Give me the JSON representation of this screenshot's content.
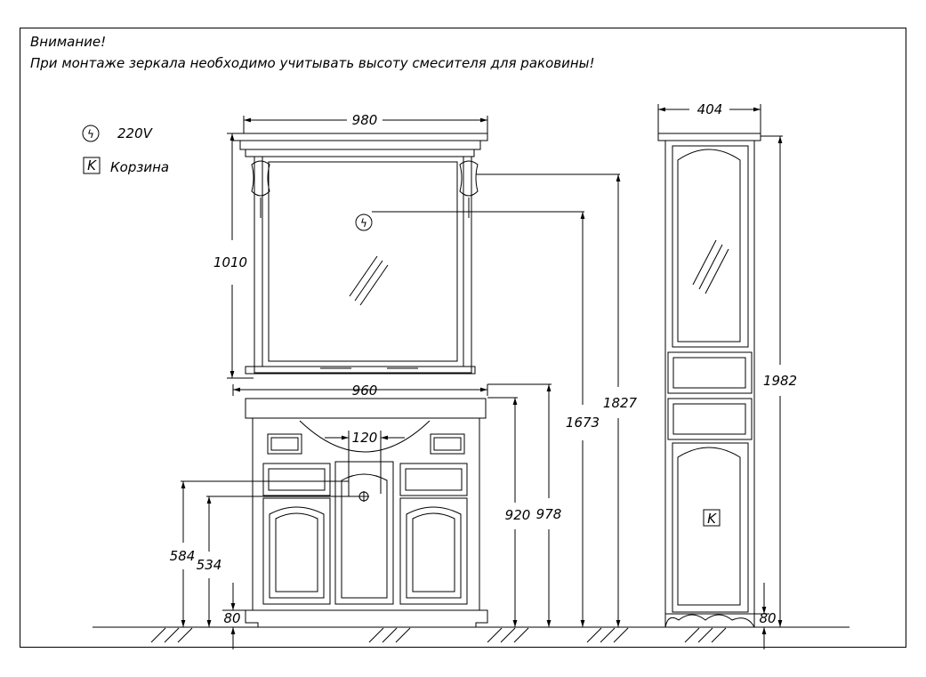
{
  "notes": {
    "warning_title": "Внимание!",
    "warning_text": "При монтаже зеркала необходимо учитывать высоту смесителя для раковины!"
  },
  "legend": {
    "power_symbol": "ϟ",
    "power_label": "220V",
    "basket_symbol": "K",
    "basket_label": "Корзина"
  },
  "dimensions": {
    "mirror_width": "980",
    "mirror_height": "1010",
    "sink_width": "960",
    "drain_spacing": "120",
    "outlet_height": "1673",
    "mirror_top_height": "1827",
    "sink_top_height": "978",
    "sink_bowl_height": "920",
    "water_inlet_height": "584",
    "drain_height": "534",
    "cabinet_plinth": "80",
    "column_width": "404",
    "column_height": "1982",
    "column_plinth": "80"
  },
  "colors": {
    "line": "#000000",
    "background": "#ffffff"
  }
}
